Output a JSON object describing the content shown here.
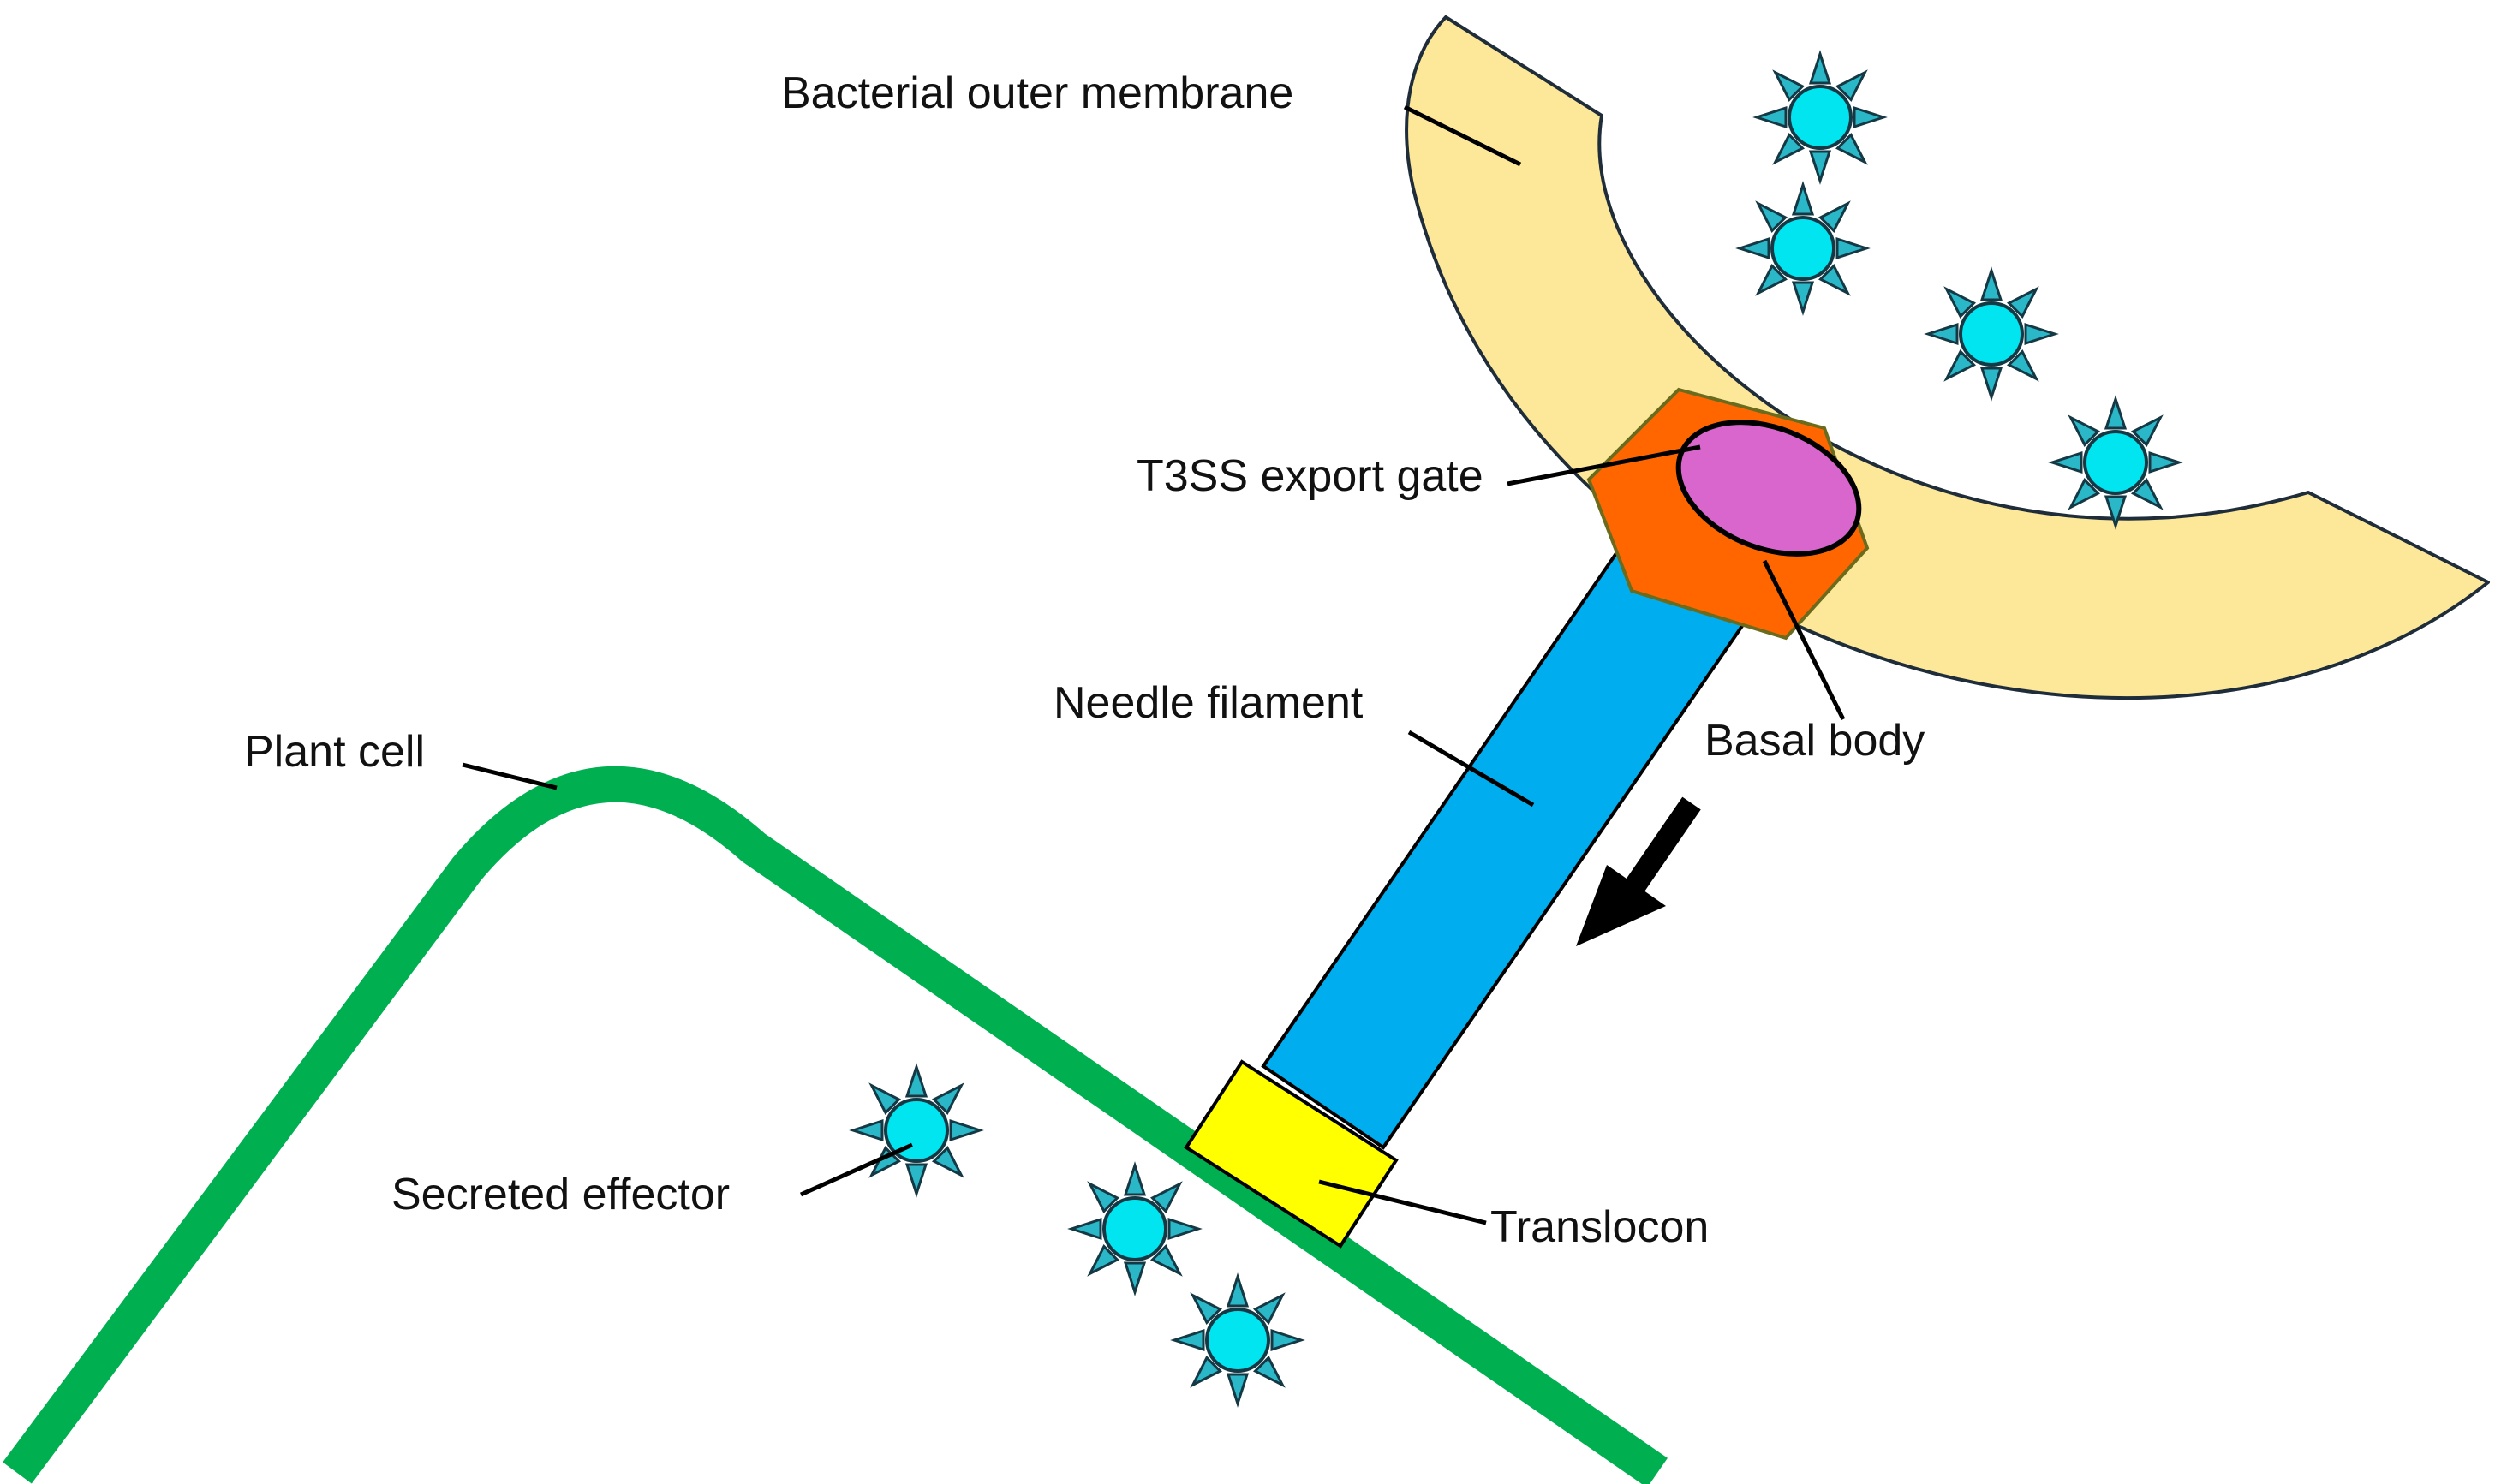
{
  "labels": {
    "bacterial_outer_membrane": "Bacterial outer membrane",
    "t3ss_export_gate": "T3SS export gate",
    "needle_filament": "Needle filament",
    "basal_body": "Basal body",
    "plant_cell": "Plant cell",
    "secreted_effector": "Secreted effector",
    "translocon": "Translocon"
  },
  "colors": {
    "membrane_fill": "#fde89a",
    "needle": "#00aeef",
    "basal_body": "#ff6600",
    "export_gate": "#d966cc",
    "translocon": "#ffff00",
    "plant_cell": "#00b050",
    "effector": "#00e5f0",
    "effector_spikes": "#2ab7c8",
    "arrow": "#000000"
  },
  "icons": {
    "effector": "spiky-effector-icon",
    "arrow": "secretion-direction-arrow"
  }
}
